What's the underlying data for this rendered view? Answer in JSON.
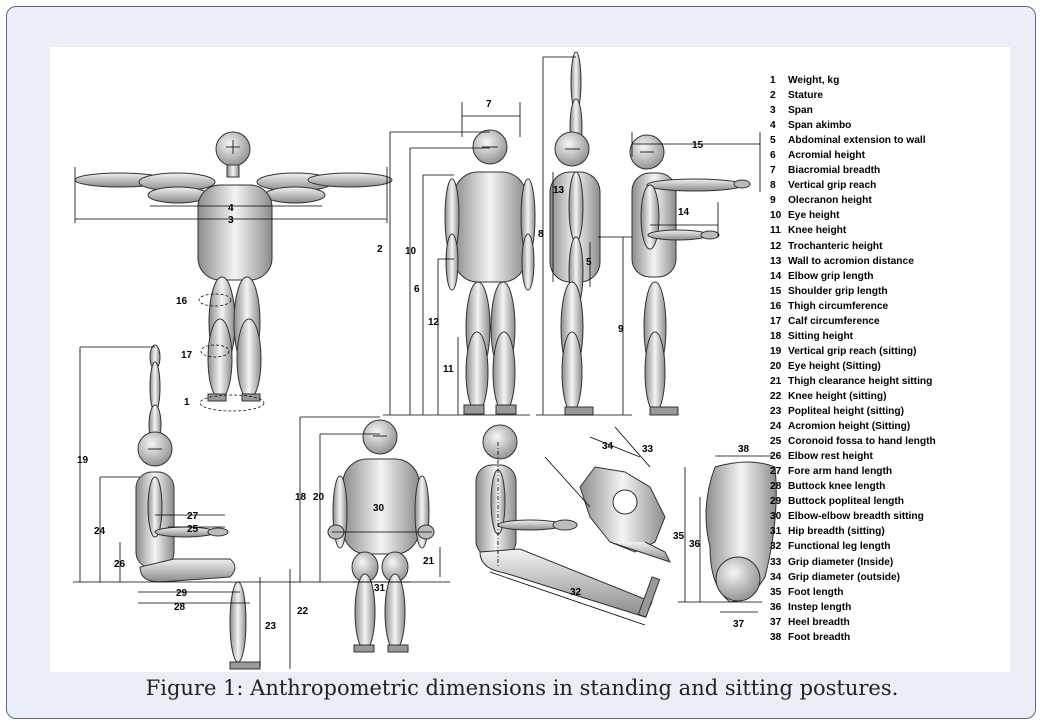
{
  "caption": "Figure 1: Anthropometric dimensions in standing and sitting postures.",
  "legend": [
    {
      "num": "1",
      "label": "Weight, kg"
    },
    {
      "num": "2",
      "label": "Stature"
    },
    {
      "num": "3",
      "label": "Span"
    },
    {
      "num": "4",
      "label": "Span akimbo"
    },
    {
      "num": "5",
      "label": "Abdominal extension to wall"
    },
    {
      "num": "6",
      "label": "Acromial height"
    },
    {
      "num": "7",
      "label": "Biacromial breadth"
    },
    {
      "num": "8",
      "label": "Vertical grip reach"
    },
    {
      "num": "9",
      "label": "Olecranon height"
    },
    {
      "num": "10",
      "label": "Eye height"
    },
    {
      "num": "11",
      "label": "Knee height"
    },
    {
      "num": "12",
      "label": "Trochanteric height"
    },
    {
      "num": "13",
      "label": "Wall to acromion distance"
    },
    {
      "num": "14",
      "label": "Elbow grip length"
    },
    {
      "num": "15",
      "label": "Shoulder grip length"
    },
    {
      "num": "16",
      "label": "Thigh circumference"
    },
    {
      "num": "17",
      "label": "Calf circumference"
    },
    {
      "num": "18",
      "label": "Sitting height"
    },
    {
      "num": "19",
      "label": "Vertical grip reach (sitting)"
    },
    {
      "num": "20",
      "label": "Eye height (Sitting)"
    },
    {
      "num": "21",
      "label": "Thigh clearance height sitting"
    },
    {
      "num": "22",
      "label": "Knee height (sitting)"
    },
    {
      "num": "23",
      "label": "Popliteal height (sitting)"
    },
    {
      "num": "24",
      "label": "Acromion height (Sitting)"
    },
    {
      "num": "25",
      "label": "Coronoid fossa to hand length"
    },
    {
      "num": "26",
      "label": "Elbow rest height"
    },
    {
      "num": "27",
      "label": "Fore arm hand length"
    },
    {
      "num": "28",
      "label": "Buttock knee length"
    },
    {
      "num": "29",
      "label": "Buttock popliteal length"
    },
    {
      "num": "30",
      "label": "Elbow-elbow breadth sitting"
    },
    {
      "num": "31",
      "label": "Hip breadth (sitting)"
    },
    {
      "num": "32",
      "label": "Functional leg length"
    },
    {
      "num": "33",
      "label": "Grip diameter (Inside)"
    },
    {
      "num": "34",
      "label": "Grip diameter (outside)"
    },
    {
      "num": "35",
      "label": "Foot length"
    },
    {
      "num": "36",
      "label": "Instep length"
    },
    {
      "num": "37",
      "label": "Heel breadth"
    },
    {
      "num": "38",
      "label": "Foot breadth"
    }
  ],
  "figure_labels": {
    "l1": "1",
    "l2": "2",
    "l3": "3",
    "l4": "4",
    "l5": "5",
    "l6": "6",
    "l7": "7",
    "l8": "8",
    "l9": "9",
    "l10": "10",
    "l11": "11",
    "l12": "12",
    "l13": "13",
    "l14": "14",
    "l15": "15",
    "l16": "16",
    "l17": "17",
    "l18": "18",
    "l19": "19",
    "l20": "20",
    "l21": "21",
    "l22": "22",
    "l23": "23",
    "l24": "24",
    "l25": "25",
    "l26": "26",
    "l27": "27",
    "l28": "28",
    "l29": "29",
    "l30": "30",
    "l31": "31",
    "l32": "32",
    "l33": "33",
    "l34": "34",
    "l35": "35",
    "l36": "36",
    "l37": "37",
    "l38": "38"
  }
}
